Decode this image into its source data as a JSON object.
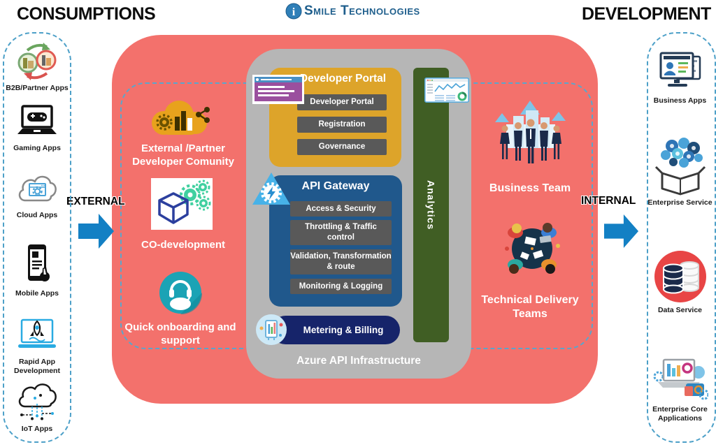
{
  "header": {
    "left_title": "CONSUMPTIONS",
    "right_title": "DEVELOPMENT",
    "logo": {
      "i": "i",
      "name": "Smile Technologies"
    }
  },
  "flow": {
    "external": "EXTERNAL",
    "internal": "INTERNAL"
  },
  "consumption_apps": [
    {
      "label": "B2B/Partner Apps",
      "icon": "b2b-partner-icon"
    },
    {
      "label": "Gaming Apps",
      "icon": "gaming-icon"
    },
    {
      "label": "Cloud Apps",
      "icon": "cloud-apps-icon"
    },
    {
      "label": "Mobile Apps",
      "icon": "mobile-apps-icon"
    },
    {
      "label": "Rapid App Development",
      "icon": "rapid-app-icon"
    },
    {
      "label": "IoT Apps",
      "icon": "iot-apps-icon"
    }
  ],
  "development_apps": [
    {
      "label": "Business Apps",
      "icon": "business-apps-icon"
    },
    {
      "label": "Enterprise Service",
      "icon": "enterprise-service-icon"
    },
    {
      "label": "Data Service",
      "icon": "data-service-icon"
    },
    {
      "label": "Enterprise Core Applications",
      "icon": "enterprise-core-icon"
    }
  ],
  "community": [
    {
      "label": "External /Partner Developer Comunity",
      "icon": "cloud-analytics-icon"
    },
    {
      "label": "CO-development",
      "icon": "co-development-icon"
    },
    {
      "label": "Quick onboarding and support",
      "icon": "headset-icon"
    }
  ],
  "teams": [
    {
      "label": "Business Team",
      "icon": "business-team-image"
    },
    {
      "label": "Technical Delivery Teams",
      "icon": "technical-delivery-image"
    }
  ],
  "azure": {
    "title": "Azure API Infrastructure",
    "portal": {
      "title": "Developer Portal",
      "items": [
        "Developer Portal",
        "Registration",
        "Governance"
      ]
    },
    "gateway": {
      "title": "API Gateway",
      "items": [
        "Access & Security",
        "Throttling & Traffic control",
        "Validation, Transformation & route",
        "Monitoring & Logging"
      ]
    },
    "metering_label": "Metering & Billing",
    "analytics_label": "Analytics"
  },
  "colors": {
    "container_red": "#f3716c",
    "infrastructure_gray": "#b6b6b6",
    "portal_yellow": "#dda42a",
    "gateway_blue": "#20588c",
    "metering_navy": "#16246a",
    "analytics_green": "#405e24",
    "sub_item_gray": "#595959",
    "dashed_border_blue": "#4da0c8",
    "arrow_blue": "#1380c4",
    "logo_blue": "#1e5e8c"
  }
}
